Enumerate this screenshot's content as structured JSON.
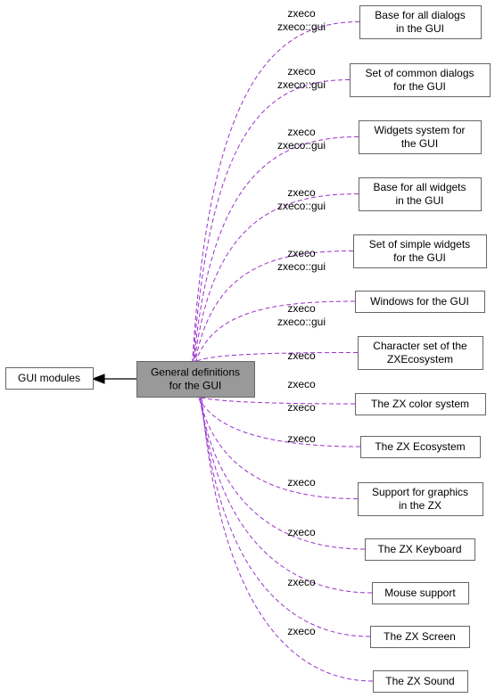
{
  "diagram": {
    "center_node": {
      "lines": [
        "General definitions",
        "for the GUI"
      ]
    },
    "parent_node": {
      "label": "GUI modules"
    },
    "children": [
      {
        "lines": [
          "Base for all dialogs",
          "in the GUI"
        ],
        "edge_label": [
          "zxeco",
          "zxeco::gui"
        ]
      },
      {
        "lines": [
          "Set of common dialogs",
          "for the GUI"
        ],
        "edge_label": [
          "zxeco",
          "zxeco::gui"
        ]
      },
      {
        "lines": [
          "Widgets system for",
          "the GUI"
        ],
        "edge_label": [
          "zxeco",
          "zxeco::gui"
        ]
      },
      {
        "lines": [
          "Base for all widgets",
          "in the GUI"
        ],
        "edge_label": [
          "zxeco",
          "zxeco::gui"
        ]
      },
      {
        "lines": [
          "Set of simple widgets",
          "for the GUI"
        ],
        "edge_label": [
          "zxeco",
          "zxeco::gui"
        ]
      },
      {
        "lines": [
          "Windows for the GUI"
        ],
        "edge_label": [
          "zxeco",
          "zxeco::gui"
        ]
      },
      {
        "lines": [
          "Character set of the",
          "ZXEcosystem"
        ],
        "edge_label": [
          "zxeco"
        ]
      },
      {
        "lines": [
          "The ZX color system"
        ],
        "edge_label": [
          "zxeco"
        ]
      },
      {
        "lines": [
          "The ZX Ecosystem"
        ],
        "edge_label": [
          "zxeco"
        ]
      },
      {
        "lines": [
          "Support for graphics",
          "in the ZX"
        ],
        "edge_label": [
          "zxeco"
        ]
      },
      {
        "lines": [
          "The ZX Keyboard"
        ],
        "edge_label": [
          "zxeco"
        ]
      },
      {
        "lines": [
          "Mouse support"
        ],
        "edge_label": [
          "zxeco"
        ]
      },
      {
        "lines": [
          "The ZX Screen"
        ],
        "edge_label": [
          "zxeco"
        ]
      },
      {
        "lines": [
          "The ZX Sound"
        ],
        "edge_label": [
          "zxeco"
        ]
      }
    ],
    "colors": {
      "edge": "#9a32cd",
      "center_fill": "#999999",
      "node_border": "#666666"
    }
  }
}
